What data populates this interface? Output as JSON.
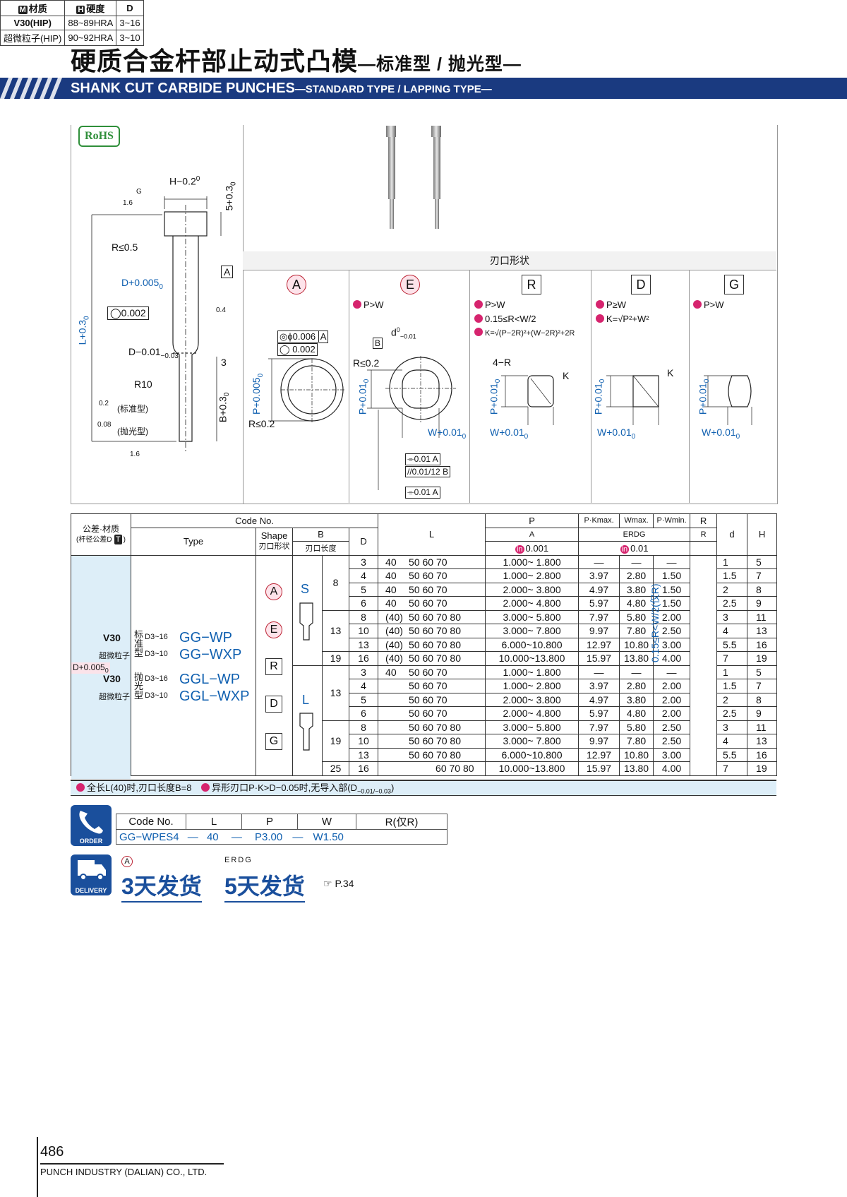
{
  "title": {
    "cn_main": "硬质合金杆部止动式凸模",
    "cn_sub": "—标准型 / 抛光型—",
    "en_main": "SHANK CUT CARBIDE PUNCHES",
    "en_sub": "—STANDARD TYPE / LAPPING TYPE—"
  },
  "rohs": "RoHS",
  "materials": {
    "headers": [
      "材质",
      "硬度",
      "D"
    ],
    "header_keys": [
      "M",
      "H"
    ],
    "rows": [
      [
        "V30(HIP)",
        "88~89HRA",
        "3~16"
      ],
      [
        "超微粒子(HIP)",
        "90~92HRA",
        "3~10"
      ]
    ]
  },
  "drawing": {
    "h_tol": "H−0.2",
    "h_tol_top": "0",
    "five_tol": "5+0.3",
    "five_tol_bot": "0",
    "r05": "R≤0.5",
    "datum_a": "A",
    "d_tol": "D+0.005",
    "d_tol_bot": "0",
    "circ": "0.002",
    "l_tol": "L+0.3",
    "l_tol_bot": "0",
    "d_minus": "D−0.01",
    "d_minus_bot": "−0.03",
    "three": "3",
    "r10": "R10",
    "b_tol": "B+0.3",
    "b_tol_bot": "0",
    "std": "(标准型)",
    "lap": "(抛光型)",
    "g": "G",
    "r16": "1.6",
    "r02": "0.2",
    "r008": "0.08",
    "r04": "0.4"
  },
  "shapes": {
    "header": "刃口形状",
    "cols": [
      {
        "letter": "A",
        "notes": [],
        "labels": [
          "ϕ0.006",
          "A",
          "0.002",
          "P+0.005",
          "0",
          "R≤0.2"
        ]
      },
      {
        "letter": "E",
        "notes": [
          "P>W"
        ],
        "labels": [
          "B",
          "d",
          "0",
          "−0.01",
          "R≤0.2",
          "P+0.01",
          "0",
          "W+0.01",
          "0",
          "0.01",
          "A",
          "0.01/12",
          "B",
          "0.01",
          "A"
        ]
      },
      {
        "letter": "R",
        "notes": [
          "P>W",
          "0.15≤R<W/2",
          "K=√(P−2R)²+(W−2R)²+2R"
        ],
        "labels": [
          "4−R",
          "K",
          "P+0.01",
          "0",
          "W+0.01",
          "0"
        ]
      },
      {
        "letter": "D",
        "notes": [
          "P≥W",
          "K=√P²+W²"
        ],
        "labels": [
          "K",
          "P+0.01",
          "0",
          "W+0.01",
          "0"
        ]
      },
      {
        "letter": "G",
        "notes": [
          "P>W"
        ],
        "labels": [
          "P+0.01",
          "0",
          "W+0.01",
          "0"
        ]
      }
    ]
  },
  "table": {
    "header": {
      "tol_mat": "公差·材质",
      "tol_mat_sub": "(杆径公差D",
      "tol_key": "T",
      "code_no": "Code No.",
      "type": "Type",
      "shape": "Shape",
      "shape_cn": "刃口形状",
      "b": "B",
      "b_cn": "刃口长度",
      "d_col": "D",
      "l": "L",
      "p": "P",
      "pk": "P·Kmax.",
      "wmax": "Wmax.",
      "pw": "P·Wmin.",
      "r": "R",
      "d_small": "d",
      "h": "H",
      "a_ref": "A",
      "erdg_ref": "ERDG",
      "r_ref": "R",
      "p_unit_key": "in",
      "p_unit": "0.001",
      "pw_unit": "0.01"
    },
    "left": {
      "v30a": "V30",
      "fine_a": "超微粒子",
      "tol": "D+0.005",
      "tol_bot": "0",
      "v30b": "V30",
      "fine_b": "超微粒子",
      "std_cn": "标准型",
      "lap_cn": "抛光型",
      "gg_wp_range": "D3~16",
      "gg_wp": "GG−WP",
      "gg_wxp_range": "D3~10",
      "gg_wxp": "GG−WXP",
      "ggl_wp_range": "D3~16",
      "ggl_wp": "GGL−WP",
      "ggl_wxp_range": "D3~10",
      "ggl_wxp": "GGL−WXP",
      "shapes": [
        "A",
        "E",
        "R",
        "D",
        "G"
      ],
      "s": "S",
      "lcode": "L",
      "r_range": "0.15≤R<W/2(仅R)"
    },
    "rows": [
      {
        "b": "8",
        "d": "3",
        "l40": "40",
        "lr": "50 60 70",
        "p": "1.000~ 1.800",
        "pk": "—",
        "w": "—",
        "pw": "—",
        "ds": "1",
        "h": "5"
      },
      {
        "b": "",
        "d": "4",
        "l40": "40",
        "lr": "50 60 70",
        "p": "1.000~ 2.800",
        "pk": "3.97",
        "w": "2.80",
        "pw": "1.50",
        "ds": "1.5",
        "h": "7"
      },
      {
        "b": "",
        "d": "5",
        "l40": "40",
        "lr": "50 60 70",
        "p": "2.000~ 3.800",
        "pk": "4.97",
        "w": "3.80",
        "pw": "1.50",
        "ds": "2",
        "h": "8"
      },
      {
        "b": "",
        "d": "6",
        "l40": "40",
        "lr": "50 60 70",
        "p": "2.000~ 4.800",
        "pk": "5.97",
        "w": "4.80",
        "pw": "1.50",
        "ds": "2.5",
        "h": "9"
      },
      {
        "b": "13",
        "d": "8",
        "l40": "(40)",
        "lr": "50 60 70 80",
        "p": "3.000~ 5.800",
        "pk": "7.97",
        "w": "5.80",
        "pw": "2.00",
        "ds": "3",
        "h": "11"
      },
      {
        "b": "",
        "d": "10",
        "l40": "(40)",
        "lr": "50 60 70 80",
        "p": "3.000~ 7.800",
        "pk": "9.97",
        "w": "7.80",
        "pw": "2.50",
        "ds": "4",
        "h": "13"
      },
      {
        "b": "",
        "d": "13",
        "l40": "(40)",
        "lr": "50 60 70 80",
        "p": "6.000~10.800",
        "pk": "12.97",
        "w": "10.80",
        "pw": "3.00",
        "ds": "5.5",
        "h": "16"
      },
      {
        "b": "19",
        "d": "16",
        "l40": "(40)",
        "lr": "50 60 70 80",
        "p": "10.000~13.800",
        "pk": "15.97",
        "w": "13.80",
        "pw": "4.00",
        "ds": "7",
        "h": "19"
      },
      {
        "b": "13",
        "d": "3",
        "l40": "40",
        "lr": "50 60 70",
        "p": "1.000~ 1.800",
        "pk": "—",
        "w": "—",
        "pw": "—",
        "ds": "1",
        "h": "5"
      },
      {
        "b": "",
        "d": "4",
        "l40": "",
        "lr": "50 60 70",
        "p": "1.000~ 2.800",
        "pk": "3.97",
        "w": "2.80",
        "pw": "2.00",
        "ds": "1.5",
        "h": "7"
      },
      {
        "b": "",
        "d": "5",
        "l40": "",
        "lr": "50 60 70",
        "p": "2.000~ 3.800",
        "pk": "4.97",
        "w": "3.80",
        "pw": "2.00",
        "ds": "2",
        "h": "8"
      },
      {
        "b": "",
        "d": "6",
        "l40": "",
        "lr": "50 60 70",
        "p": "2.000~ 4.800",
        "pk": "5.97",
        "w": "4.80",
        "pw": "2.00",
        "ds": "2.5",
        "h": "9"
      },
      {
        "b": "19",
        "d": "8",
        "l40": "",
        "lr": "50 60 70 80",
        "p": "3.000~ 5.800",
        "pk": "7.97",
        "w": "5.80",
        "pw": "2.50",
        "ds": "3",
        "h": "11"
      },
      {
        "b": "",
        "d": "10",
        "l40": "",
        "lr": "50 60 70 80",
        "p": "3.000~ 7.800",
        "pk": "9.97",
        "w": "7.80",
        "pw": "2.50",
        "ds": "4",
        "h": "13"
      },
      {
        "b": "",
        "d": "13",
        "l40": "",
        "lr": "50 60 70 80",
        "p": "6.000~10.800",
        "pk": "12.97",
        "w": "10.80",
        "pw": "3.00",
        "ds": "5.5",
        "h": "16"
      },
      {
        "b": "25",
        "d": "16",
        "l40": "",
        "lr": "60 70 80",
        "p": "10.000~13.800",
        "pk": "15.97",
        "w": "13.80",
        "pw": "4.00",
        "ds": "7",
        "h": "19"
      }
    ],
    "note1": "全长L(40)时,刃口长度B=8",
    "note2": "异形刃口P·K>D−0.05时,无导入部(D",
    "note2_tol": "−0.01/−0.03",
    ")": ")"
  },
  "order": {
    "icon": "ORDER",
    "headers": [
      "Code No.",
      "L",
      "P",
      "W",
      "R(仅R)"
    ],
    "example": [
      "GG−WPES4",
      "—",
      "40",
      "—",
      "P3.00",
      "—",
      "W1.50"
    ]
  },
  "delivery": {
    "icon": "DELIVERY",
    "a_key": "A",
    "a_text": "3天发货",
    "erdg_key": "ERDG",
    "erdg_text": "5天发货",
    "ref": "P.34"
  },
  "footer": {
    "page": "486",
    "company": "PUNCH INDUSTRY (DALIAN) CO., LTD."
  },
  "colors": {
    "navy": "#1a3a80",
    "blue_text": "#1060b0",
    "pink": "#d6246e",
    "light_blue": "#ddeef8"
  }
}
